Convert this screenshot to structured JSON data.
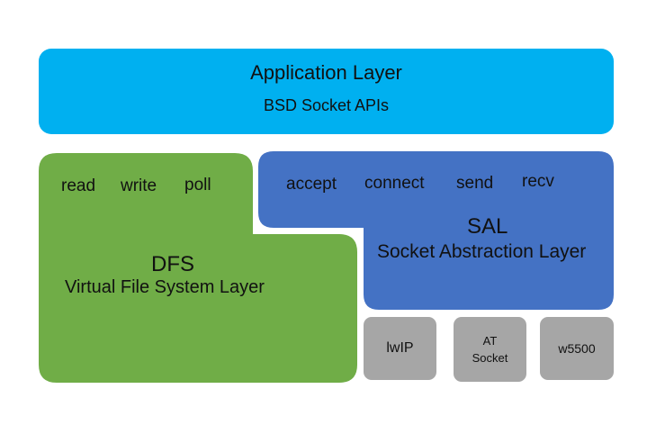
{
  "colors": {
    "application": "#00b0f0",
    "dfs": "#70ad47",
    "sal": "#4472c4",
    "backend": "#a6a6a6"
  },
  "application_layer": {
    "title": "Application Layer",
    "subtitle": "BSD Socket APIs"
  },
  "dfs": {
    "apis": [
      "read",
      "write",
      "poll"
    ],
    "title": "DFS",
    "subtitle": "Virtual File System Layer"
  },
  "sal": {
    "apis": [
      "accept",
      "connect",
      "send",
      "recv"
    ],
    "title": "SAL",
    "subtitle": "Socket Abstraction Layer"
  },
  "backends": {
    "lwip": "lwIP",
    "at_socket_line1": "AT",
    "at_socket_line2": "Socket",
    "w5500": "w5500"
  }
}
